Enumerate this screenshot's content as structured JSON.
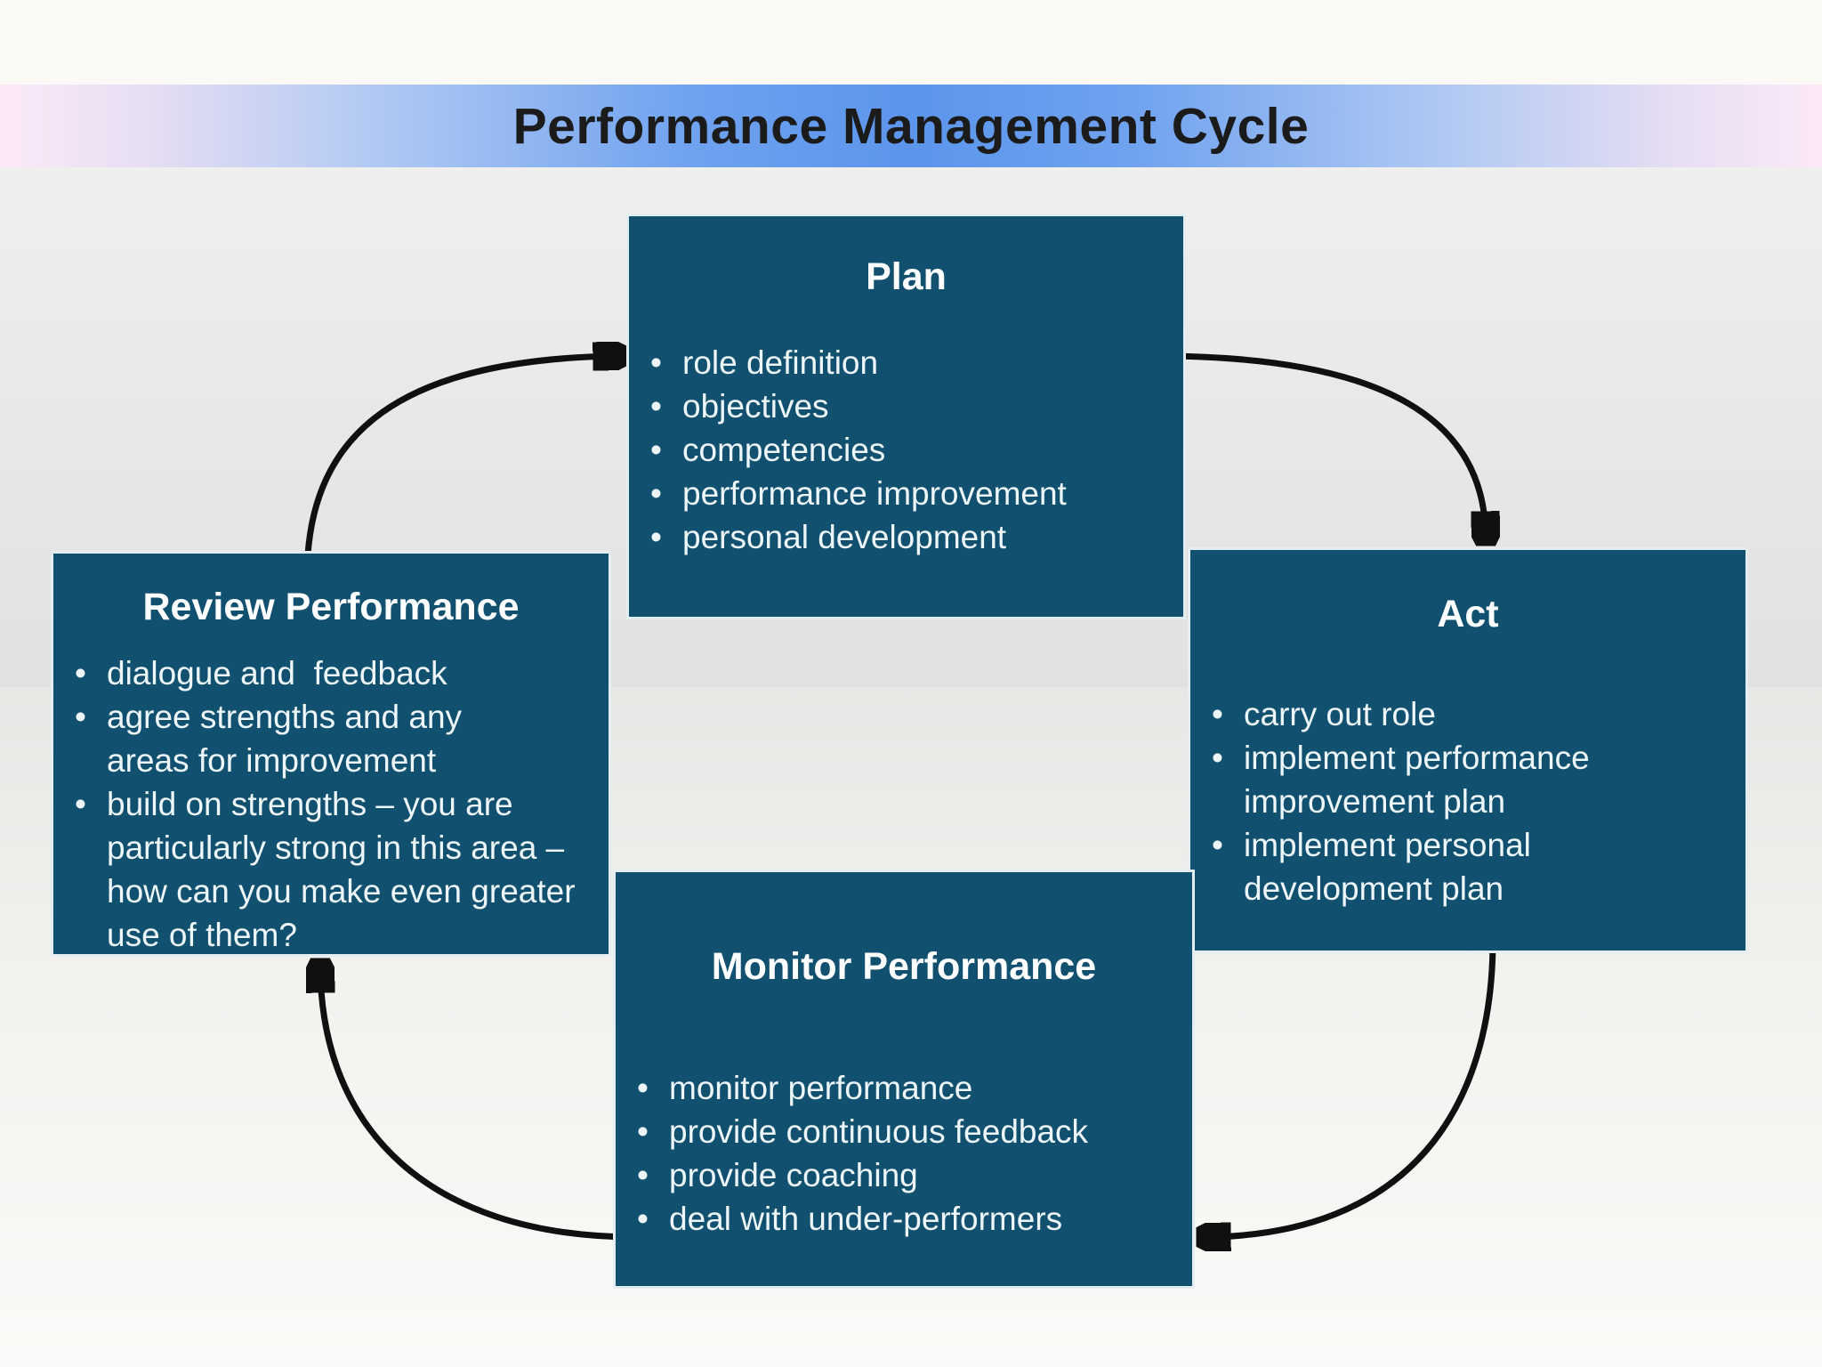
{
  "title": "Performance Management Cycle",
  "colors": {
    "box_fill": "#11506f",
    "box_border": "#e3edf2",
    "banner_blue": "#5b95ec",
    "banner_pink": "#fce9f8",
    "arrow": "#101010"
  },
  "boxes": {
    "plan": {
      "title": "Plan",
      "bullets": [
        "role definition",
        "objectives",
        "competencies",
        "performance improvement",
        "personal development"
      ]
    },
    "act": {
      "title": "Act",
      "bullets": [
        "carry out role",
        "implement performance\nimprovement plan",
        "implement personal\ndevelopment plan"
      ]
    },
    "monitor": {
      "title": "Monitor Performance",
      "bullets": [
        "monitor performance",
        "provide continuous feedback",
        "provide coaching",
        "deal with under-performers"
      ]
    },
    "review": {
      "title": "Review Performance",
      "bullets": [
        "dialogue and  feedback",
        "agree strengths and any\nareas for improvement",
        "build on strengths – you are\nparticularly strong in this area –\nhow can you make even greater\nuse of them?"
      ]
    }
  },
  "arrows": [
    {
      "from": "review",
      "to": "plan"
    },
    {
      "from": "plan",
      "to": "act"
    },
    {
      "from": "act",
      "to": "monitor"
    },
    {
      "from": "monitor",
      "to": "review"
    }
  ]
}
